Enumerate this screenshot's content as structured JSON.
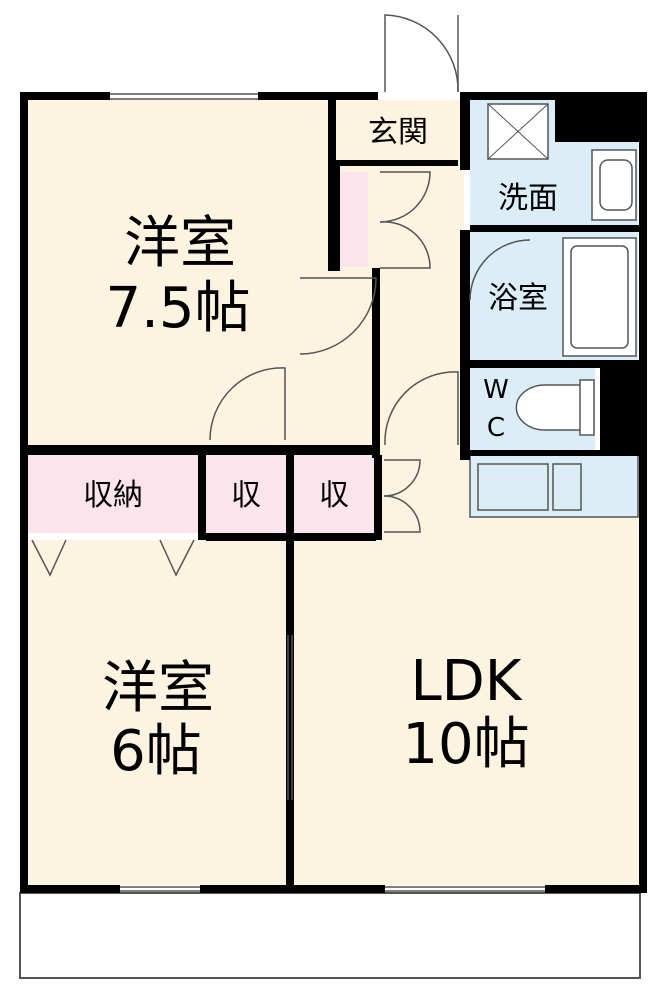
{
  "colors": {
    "wall": "#000000",
    "room_floor": "#fdf3e1",
    "wet_area": "#dbeef8",
    "storage": "#fbe4ec",
    "outline": "#555555"
  },
  "rooms": {
    "western_room_1": {
      "name": "洋室",
      "size": "7.5帖"
    },
    "western_room_2": {
      "name": "洋室",
      "size": "6帖"
    },
    "ldk": {
      "name": "LDK",
      "size": "10帖"
    },
    "entrance": {
      "name": "玄関"
    },
    "washroom": {
      "name": "洗面"
    },
    "bathroom": {
      "name": "浴室"
    },
    "toilet": {
      "line1": "W",
      "line2": "C"
    },
    "storage_main": {
      "name": "収納"
    },
    "storage_small_1": {
      "name": "収"
    },
    "storage_small_2": {
      "name": "収"
    }
  },
  "icons": [
    "door-swing-icon",
    "sink-icon",
    "bathtub-icon",
    "toilet-icon",
    "kitchen-counter-icon",
    "closet-door-icon"
  ]
}
